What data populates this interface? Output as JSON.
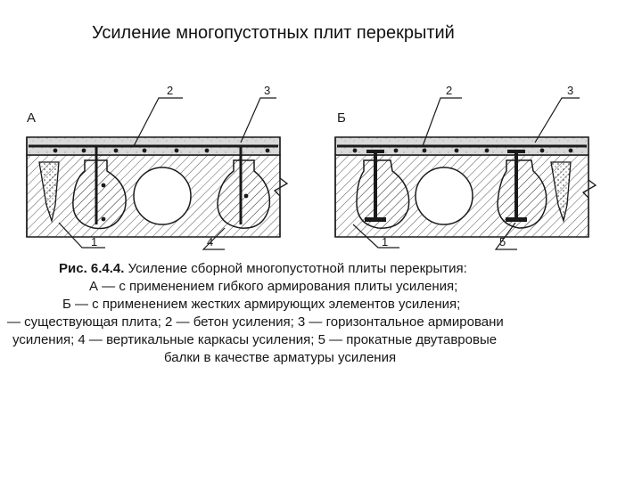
{
  "slide": {
    "title": "Усиление многопустотных плит перекрытий"
  },
  "diagram": {
    "panel_a_label": "А",
    "panel_b_label": "Б",
    "panel_a_callouts": [
      "2",
      "3",
      "1",
      "4"
    ],
    "panel_b_callouts": [
      "2",
      "3",
      "1",
      "5"
    ]
  },
  "caption": {
    "fig_number": "Рис. 6.4.4.",
    "fig_title": "Усиление сборной многопустотной плиты перекрытия:",
    "line_a": "А — с применением гибкого армирования плиты усиления;",
    "line_b": "Б — с применением жестких армирующих элементов усиления;",
    "line_3": "— существующая плита; 2 — бетон усиления; 3 — горизонтальное армировани",
    "line_4": "усиления; 4 — вертикальные каркасы усиления; 5 — прокатные двутавровые",
    "line_5": "балки в качестве арматуры усиления"
  },
  "colors": {
    "ink": "#1a1a1a",
    "hatch": "#555555",
    "background": "#ffffff"
  }
}
